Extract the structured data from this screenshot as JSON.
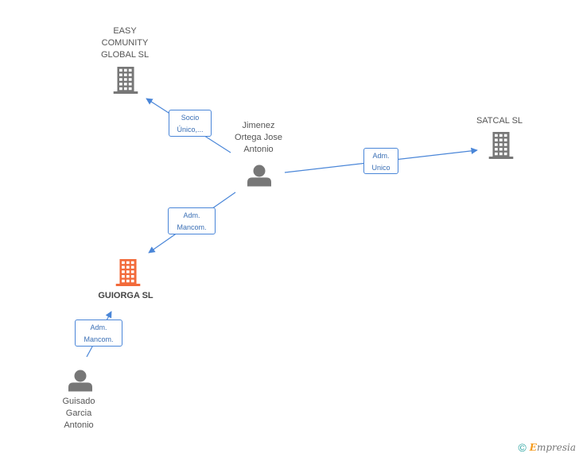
{
  "colors": {
    "edge": "#4a86d8",
    "building_default": "#777777",
    "building_main": "#f26a3a",
    "person": "#777777"
  },
  "nodes": [
    {
      "id": "easy",
      "type": "company",
      "label": "EASY\nCOMUNITY\nGLOBAL SL",
      "icon": "building-icon",
      "main": false
    },
    {
      "id": "satcal",
      "type": "company",
      "label": "SATCAL SL",
      "icon": "building-icon",
      "main": false
    },
    {
      "id": "jimenez",
      "type": "person",
      "label": "Jimenez\nOrtega Jose\nAntonio",
      "icon": "person-icon",
      "main": false
    },
    {
      "id": "guiorga",
      "type": "company",
      "label": "GUIORGA SL",
      "icon": "building-icon",
      "main": true
    },
    {
      "id": "guisado",
      "type": "person",
      "label": "Guisado\nGarcia\nAntonio",
      "icon": "person-icon",
      "main": false
    }
  ],
  "edges": [
    {
      "from": "jimenez",
      "to": "easy",
      "label": "Socio\nÚnico,..."
    },
    {
      "from": "jimenez",
      "to": "satcal",
      "label": "Adm.\nUnico"
    },
    {
      "from": "jimenez",
      "to": "guiorga",
      "label": "Adm.\nMancom."
    },
    {
      "from": "guisado",
      "to": "guiorga",
      "label": "Adm.\nMancom."
    }
  ],
  "footer": {
    "copyright_symbol": "©",
    "brand_initial": "E",
    "brand_rest": "mpresia"
  }
}
